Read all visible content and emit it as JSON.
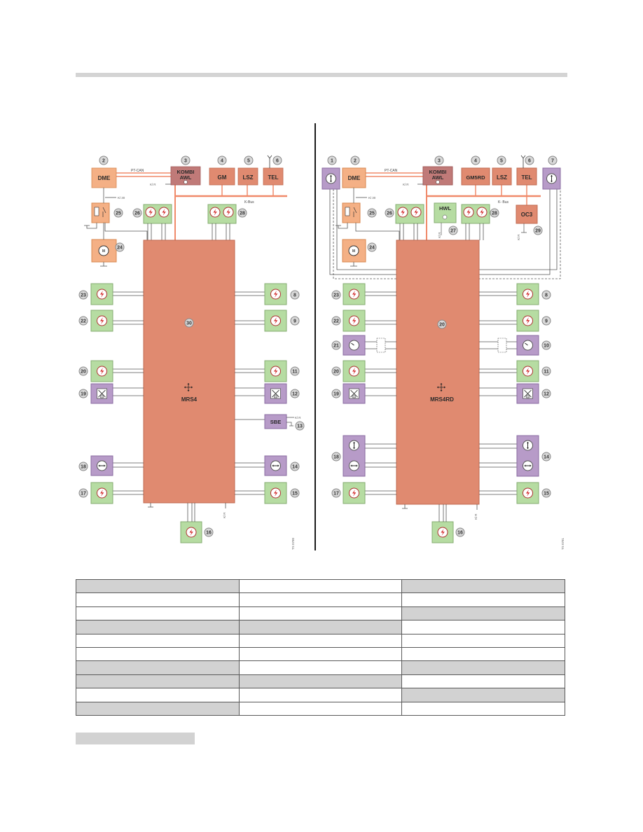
{
  "colors": {
    "ecu": "#e08a70",
    "kombi": "#c07a78",
    "dme": "#f4b085",
    "squib": "#b6dca2",
    "sensor": "#b79bc8",
    "bus": "#f08a6a",
    "wire": "#555555"
  },
  "left": {
    "central_label": "MRS4",
    "central_num": "30",
    "modules": {
      "dme": "DME",
      "kombi_line1": "KOMBI",
      "kombi_line2": "AWL",
      "gm": "GM",
      "lsz": "LSZ",
      "tel": "TEL",
      "sbe": "SBE"
    },
    "bus_labels": {
      "pt_can": "PT-CAN",
      "k_bus": "K-Bus",
      "kl30": "Kl 30",
      "klr": "Kl R",
      "kl_r_sbe": "Kl R",
      "kl_r_bottom": "Kl R"
    },
    "nums": {
      "dme": "2",
      "kombi": "3",
      "gm": "4",
      "lsz": "5",
      "tel": "6",
      "relay": "25",
      "motor": "24",
      "top_a": "26",
      "top_b": "28",
      "sbe": "13",
      "bottom": "16",
      "l1": "23",
      "l2": "22",
      "l3": "20",
      "l4": "19",
      "l5": "18",
      "l6": "17",
      "r1": "8",
      "r2": "9",
      "r3": "11",
      "r4": "12",
      "r5": "14",
      "r6": "15"
    },
    "code": "TS 0780"
  },
  "right": {
    "central_label": "MRS4RD",
    "central_num": "20",
    "modules": {
      "dme": "DME",
      "kombi_line1": "KOMBI",
      "kombi_line2": "AWL",
      "gm": "GM5RD",
      "lsz": "LSZ",
      "tel": "TEL",
      "hwl": "HWL",
      "oc3": "OC3"
    },
    "bus_labels": {
      "pt_can": "PT-CAN",
      "k_bus": "K- Bus",
      "kl30": "Kl 30",
      "klr": "Kl R",
      "kl_r_hwl": "Kl R",
      "kl_r_oc3": "Kl R",
      "kl_r_bottom": "Kl R"
    },
    "nums": {
      "s1": "1",
      "dme": "2",
      "kombi": "3",
      "gm": "4",
      "lsz": "5",
      "tel": "6",
      "s7": "7",
      "relay": "25",
      "motor": "24",
      "top_a": "26",
      "hwl": "27",
      "top_b": "28",
      "oc3": "29",
      "bottom": "16",
      "l1": "23",
      "l2": "22",
      "l3": "21",
      "l4": "20",
      "l5": "19",
      "l6": "18",
      "l7": "17",
      "r1": "8",
      "r2": "9",
      "r3": "10",
      "r4": "11",
      "r5": "12",
      "r6": "14",
      "r7": "15"
    },
    "code": "TS 0781"
  }
}
